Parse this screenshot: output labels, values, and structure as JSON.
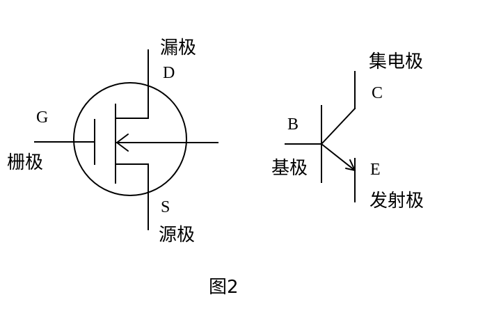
{
  "mosfet": {
    "drain_label": "漏极",
    "drain_letter": "D",
    "gate_letter": "G",
    "gate_label": "栅极",
    "source_letter": "S",
    "source_label": "源极"
  },
  "bjt": {
    "collector_label": "集电极",
    "collector_letter": "C",
    "base_letter": "B",
    "base_label": "基极",
    "emitter_letter": "E",
    "emitter_label": "发射极"
  },
  "caption": "图2",
  "colors": {
    "ink": "#000000",
    "background": "#ffffff"
  }
}
